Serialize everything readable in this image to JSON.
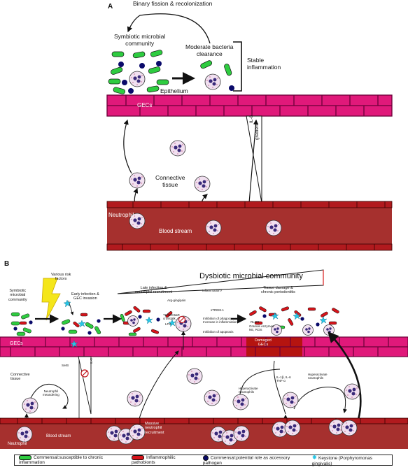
{
  "panelA": {
    "letter": "A",
    "binary_fission": "Binary fission & recolonization",
    "symbiotic_line1": "Symbiotic microbial",
    "symbiotic_line2": "community",
    "moderate_line1": "Moderate bacteria",
    "moderate_line2": "clearance",
    "stable_line1": "Stable",
    "stable_line2": "inflammation",
    "epithelium": "Epithelium",
    "gecs": "GECs",
    "il8": "IL-8",
    "gradient": "gradient",
    "connective_line1": "Connective",
    "connective_line2": "tissue",
    "neutrophil": "Neutrophil",
    "blood_stream": "Blood stream"
  },
  "panelB": {
    "letter": "B",
    "dysbiotic": "Dysbiotic microbial community",
    "risk_line1": "Various risk",
    "risk_line2": "factors",
    "symbiotic_line1": "Symbiotic",
    "symbiotic_line2": "microbial",
    "symbiotic_line3": "community",
    "early_line1": "Early infection &",
    "early_line2": "GEC invasion",
    "late_line1": "Late infection &",
    "late_line2": "neutrophil recruitment",
    "damage_line1": "Tissue damage &",
    "damage_line2": "chronic periodontitis",
    "inflammation_q": "Inflammation?",
    "arg_gingipain": "Arg-gingipain",
    "trem1": "sTREM-1",
    "tlr2": "TLR2/C5aR",
    "crosstalk": "crosstalk",
    "lps": "LPS",
    "inhib_phago": "Inhibition of phagocytosis",
    "increase_infl": "Increase in inflammation",
    "inhib_apop": "Inhibition of apoptosis",
    "rlgs": "RLGS",
    "granule": "Granule enzymes",
    "ros": "NE, ROS",
    "damaged_line1": "Damaged",
    "damaged_line2": "GECs",
    "gecs": "GECs",
    "serb": "SerB",
    "il8": "IL-8",
    "connective_line1": "Connective",
    "connective_line2": "tissue",
    "meander_line1": "Neutrophil",
    "meander_line2": "meandering",
    "hyper1_line1": "Hyperactivate",
    "hyper1_line2": "neutrophils",
    "cytokines_line1": "IL-1β, IL-6",
    "cytokines_line2": "TNF-α",
    "hyper2_line1": "Hyperactivate",
    "hyper2_line2": "neutrophils",
    "massive_line1": "Massive",
    "massive_line2": "neutrophil",
    "massive_line3": "recruitment",
    "neutrophil": "Neutrophil",
    "blood_stream": "Blood stream"
  },
  "legend": {
    "commensal": "Commensal:susceptible to chronic inflammation",
    "pathobionts": "Inflammophilic pathobionts",
    "accessory": "Commensal:potential role as accessory pathogen",
    "keystone": "Keystone (Porphyromonas gingivalis)"
  },
  "colors": {
    "commensal_green": "#2ecc40",
    "pathobiont_red": "#d8141a",
    "accessory_navy": "#0a0a6a",
    "gec_pink": "#e0197a",
    "blood_red": "#a6302e",
    "neutrophil_fill": "#f1e0f0",
    "keystone_cyan": "#27c6e6"
  }
}
